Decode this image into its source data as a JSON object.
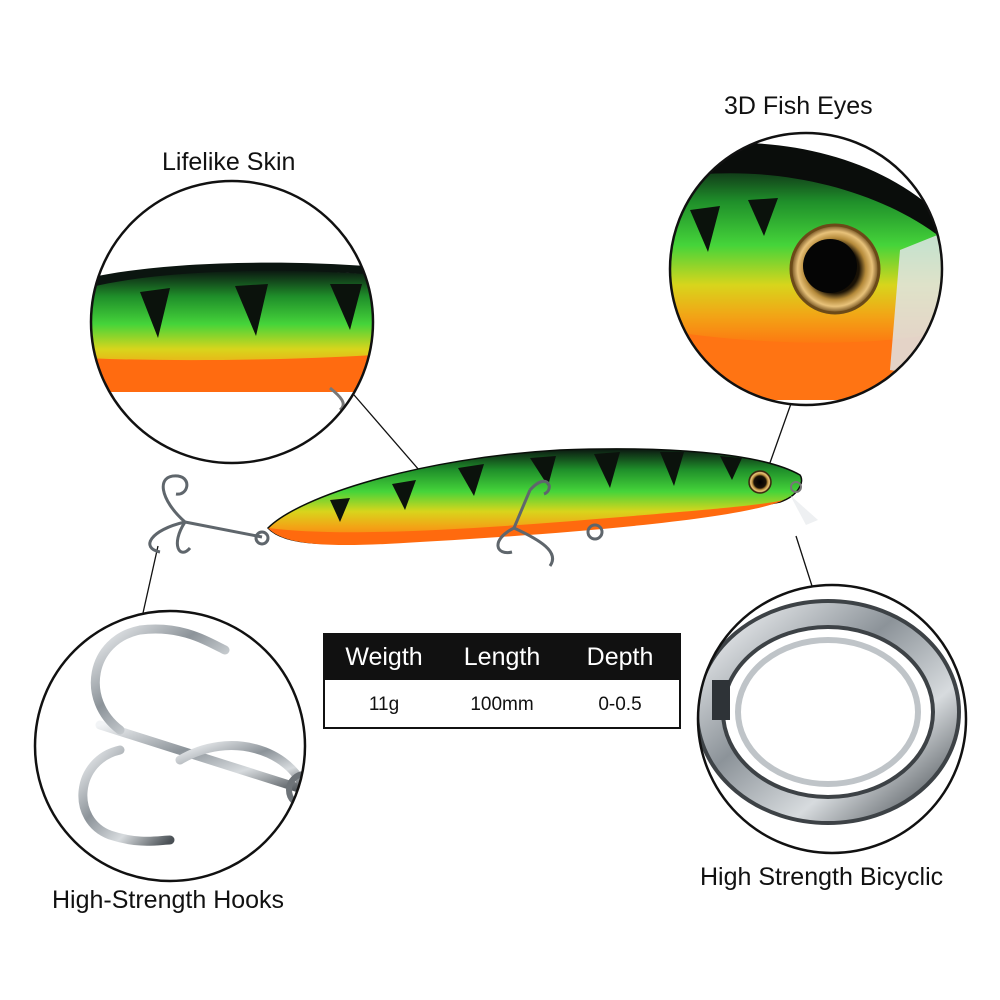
{
  "callouts": {
    "lifelike_skin": "Lifelike Skin",
    "fish_eyes": "3D Fish Eyes",
    "hooks": "High-Strength Hooks",
    "ring": "High Strength Bicyclic"
  },
  "specs": {
    "headers": [
      "Weigth",
      "Length",
      "Depth"
    ],
    "values": [
      "11g",
      "100mm",
      "0-0.5"
    ]
  },
  "colors": {
    "lure_back": "#0a1a12",
    "lure_green": "#2fbf2a",
    "lure_yellow": "#d8d21a",
    "lure_belly": "#ff7a12",
    "metal": "#9aa0a6",
    "table_header": "#111111"
  }
}
